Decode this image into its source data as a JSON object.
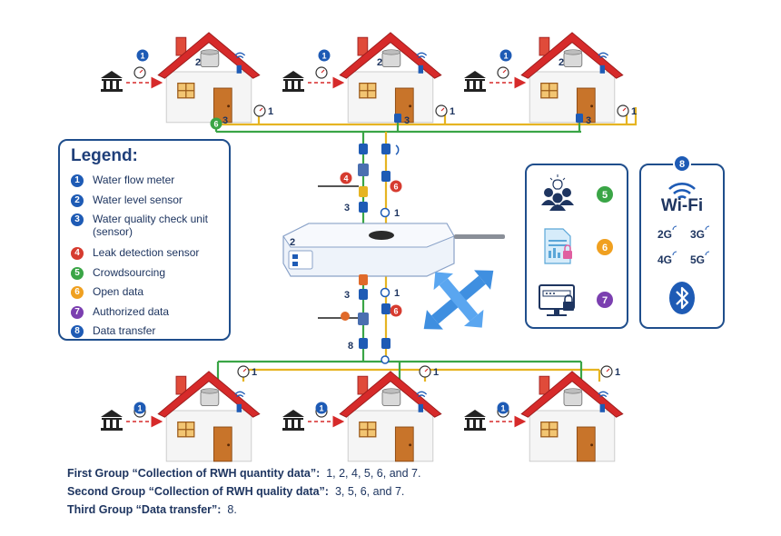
{
  "legend": {
    "title": "Legend:",
    "items": [
      {
        "num": "1",
        "label": "Water flow meter",
        "color": "#1e5bb5"
      },
      {
        "num": "2",
        "label": "Water level sensor",
        "color": "#1e5bb5"
      },
      {
        "num": "3",
        "label": "Water quality check unit\n(sensor)",
        "color": "#1e5bb5"
      },
      {
        "num": "4",
        "label": "Leak detection sensor",
        "color": "#d63b2f"
      },
      {
        "num": "5",
        "label": "Crowdsourcing",
        "color": "#3aa546"
      },
      {
        "num": "6",
        "label": "Open data",
        "color": "#f0a020"
      },
      {
        "num": "7",
        "label": "Authorized data",
        "color": "#7b3fb0"
      },
      {
        "num": "8",
        "label": "Data transfer",
        "color": "#1e5bb5"
      }
    ]
  },
  "diagram": {
    "top_house_flow_badge": "1",
    "top_house_numbers": [
      "1",
      "2",
      "3"
    ],
    "connector_labels": {
      "six": "6",
      "three": "3",
      "one": "1",
      "two": "2",
      "four": "4",
      "eight": "8"
    },
    "hub_label": "2",
    "top_junction_numbers": [
      "3",
      "6",
      "1"
    ]
  },
  "data_panel": {
    "badges": [
      "5",
      "6",
      "7"
    ],
    "icons": [
      "crowdsourcing-people-icon",
      "open-data-document-icon",
      "authorized-data-computer-icon"
    ]
  },
  "transfer_panel": {
    "badge": "8",
    "wifi_label": "Wi-Fi",
    "networks": [
      "2G",
      "3G",
      "4G",
      "5G"
    ],
    "icons": [
      "wifi-icon",
      "bluetooth-icon"
    ]
  },
  "captions": [
    {
      "group": "First Group “Collection of RWH quantity data”:",
      "items": "1, 2, 4, 5, 6, and 7."
    },
    {
      "group": "Second Group “Collection of RWH quality data”:",
      "items": "3, 5, 6, and 7."
    },
    {
      "group": "Third Group “Data transfer”:",
      "items": "8."
    }
  ],
  "colors": {
    "pipe_yellow": "#e6b422",
    "pipe_green": "#3aa546",
    "roof_red": "#d62a2a",
    "wall": "#f3f3f3",
    "door": "#c8742a",
    "border_blue": "#1f4e8c",
    "flow_arrow": "#d62a2a"
  }
}
